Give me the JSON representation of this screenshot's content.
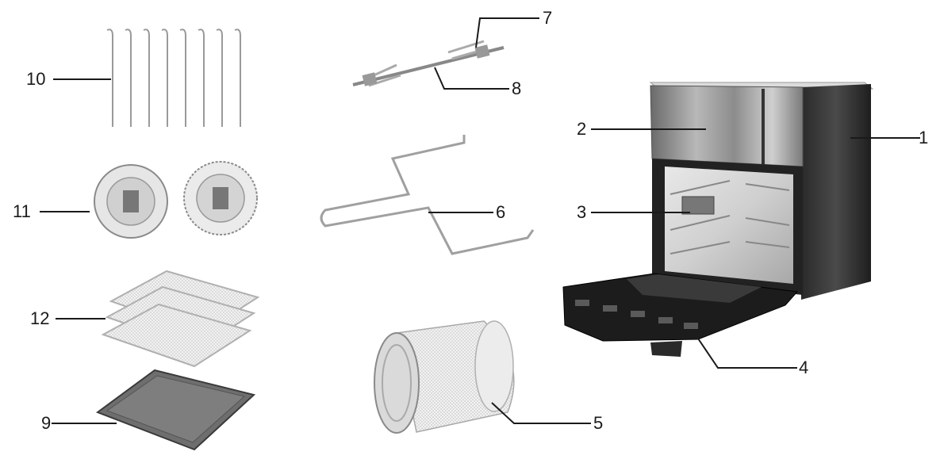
{
  "diagram": {
    "callouts": [
      {
        "id": "1",
        "label": "1"
      },
      {
        "id": "2",
        "label": "2"
      },
      {
        "id": "3",
        "label": "3"
      },
      {
        "id": "4",
        "label": "4"
      },
      {
        "id": "5",
        "label": "5"
      },
      {
        "id": "6",
        "label": "6"
      },
      {
        "id": "7",
        "label": "7"
      },
      {
        "id": "8",
        "label": "8"
      },
      {
        "id": "9",
        "label": "9"
      },
      {
        "id": "10",
        "label": "10"
      },
      {
        "id": "11",
        "label": "11"
      },
      {
        "id": "12",
        "label": "12"
      }
    ],
    "parts_depicted": [
      "air-fryer-oven-body",
      "control-panel",
      "heating-element",
      "door",
      "rotisserie-basket",
      "rotisserie-tool",
      "rotisserie-forks",
      "rotisserie-spit",
      "drip-tray",
      "skewers",
      "rotisserie-wheels",
      "mesh-racks"
    ]
  }
}
